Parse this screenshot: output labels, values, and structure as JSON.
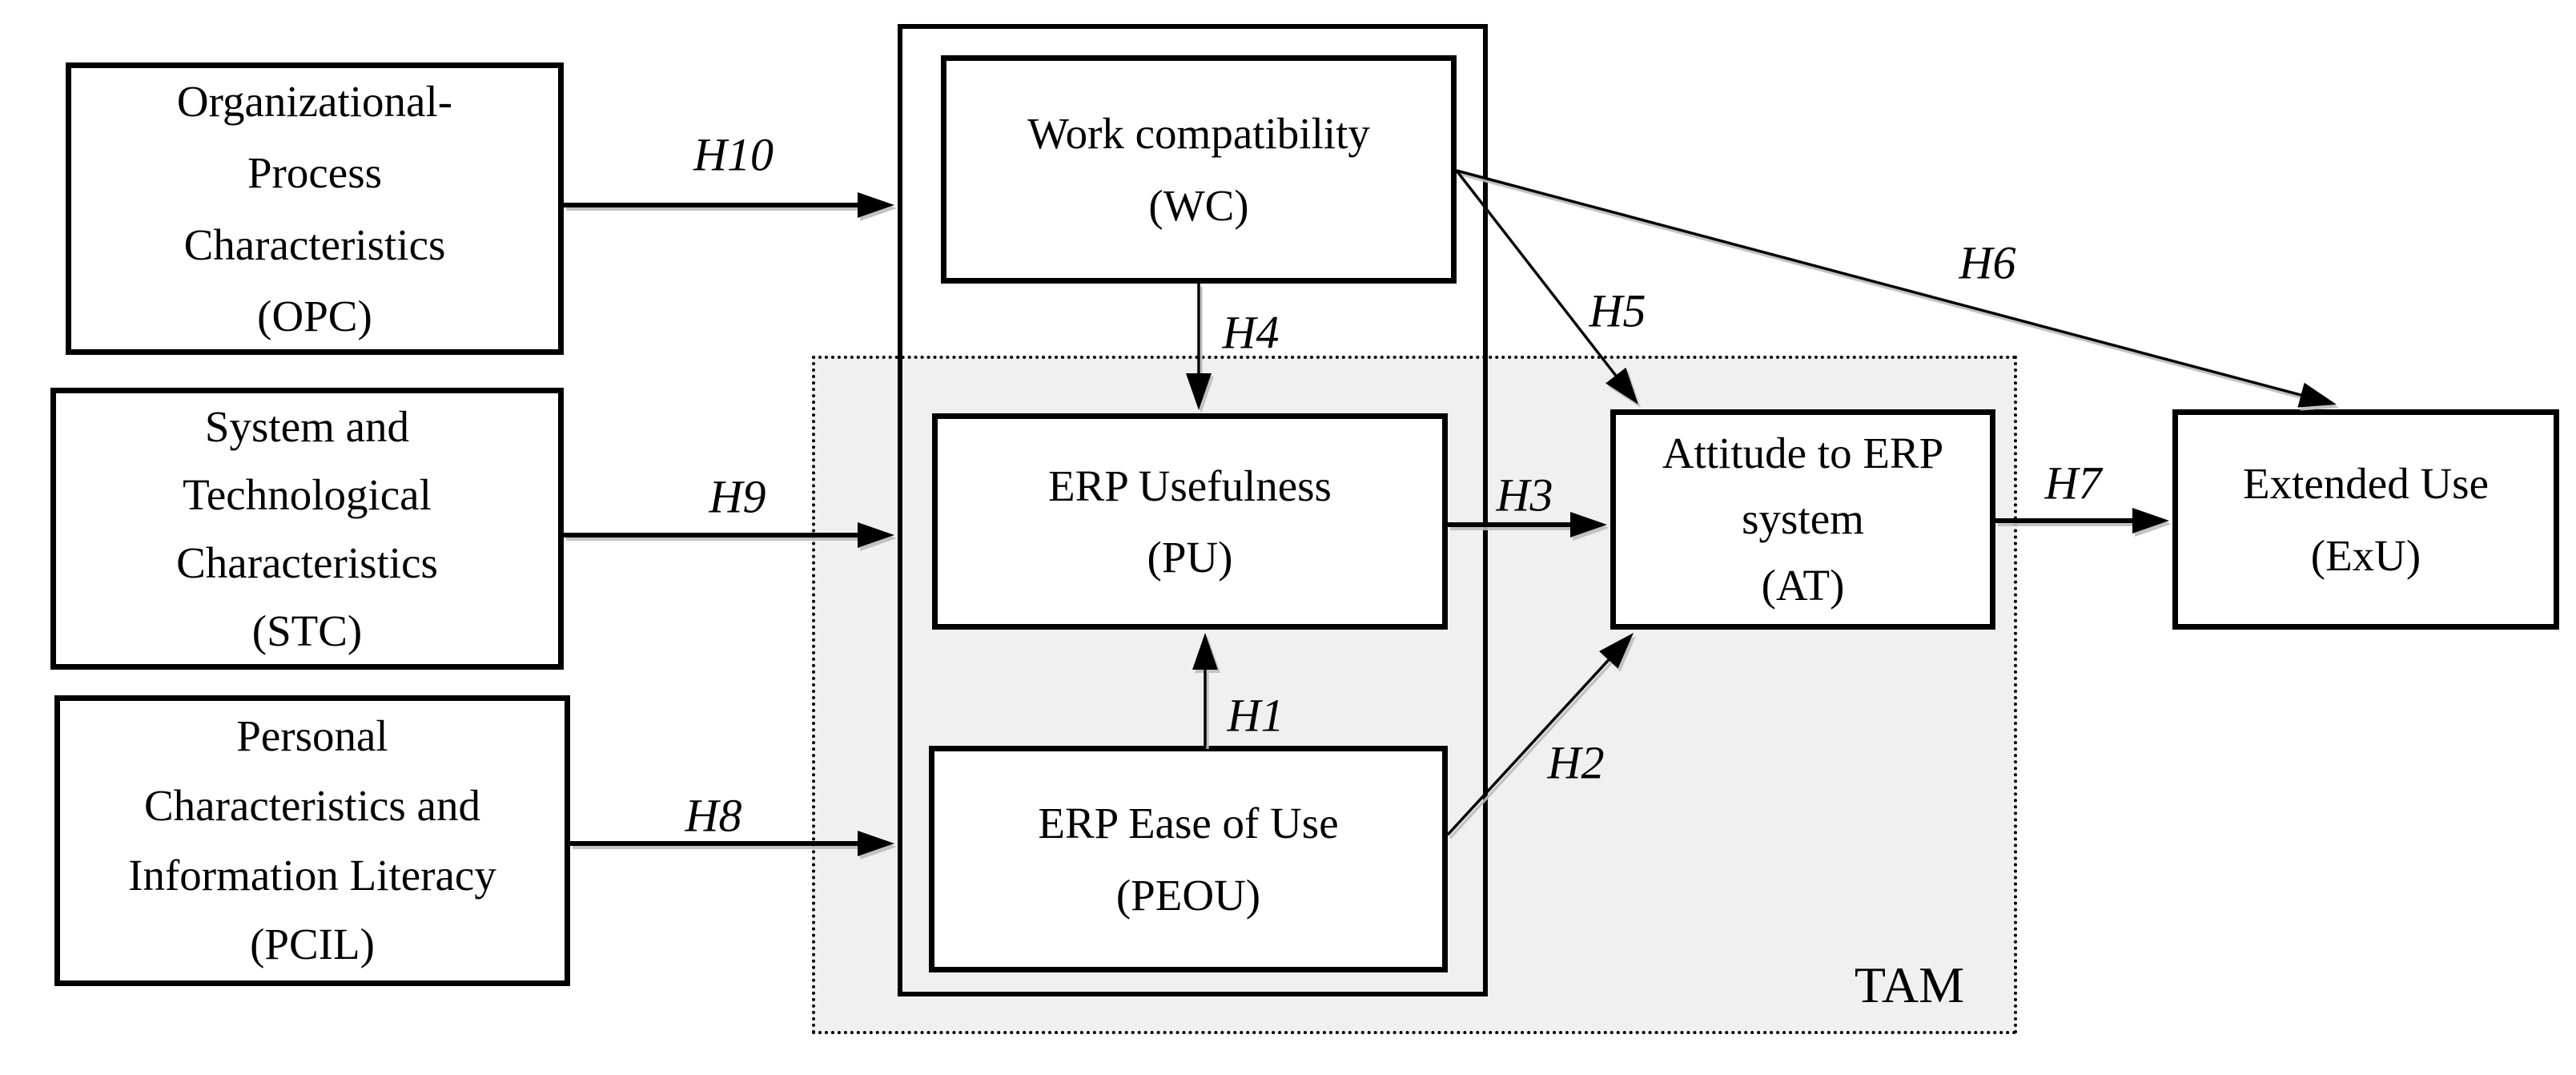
{
  "diagram": {
    "boxes": {
      "opc": {
        "text": "Organizational-\nProcess\nCharacteristics\n(OPC)"
      },
      "stc": {
        "text": "System and\nTechnological\nCharacteristics\n(STC)"
      },
      "pcil": {
        "text": "Personal\nCharacteristics and\nInformation Literacy\n(PCIL)"
      },
      "wc": {
        "text": "Work compatibility\n(WC)"
      },
      "pu": {
        "text": "ERP Usefulness\n(PU)"
      },
      "peou": {
        "text": "ERP Ease of Use\n(PEOU)"
      },
      "at": {
        "text": "Attitude to ERP\nsystem\n(AT)"
      },
      "exu": {
        "text": "Extended Use\n(ExU)"
      }
    },
    "hypotheses": {
      "h1": "H1",
      "h2": "H2",
      "h3": "H3",
      "h4": "H4",
      "h5": "H5",
      "h6": "H6",
      "h7": "H7",
      "h8": "H8",
      "h9": "H9",
      "h10": "H10"
    },
    "region_label": "TAM",
    "colors": {
      "background": "#ffffff",
      "line": "#000000",
      "tam_fill": "#f0f0f0",
      "arrow_shadow": "#bdbdbd"
    }
  }
}
